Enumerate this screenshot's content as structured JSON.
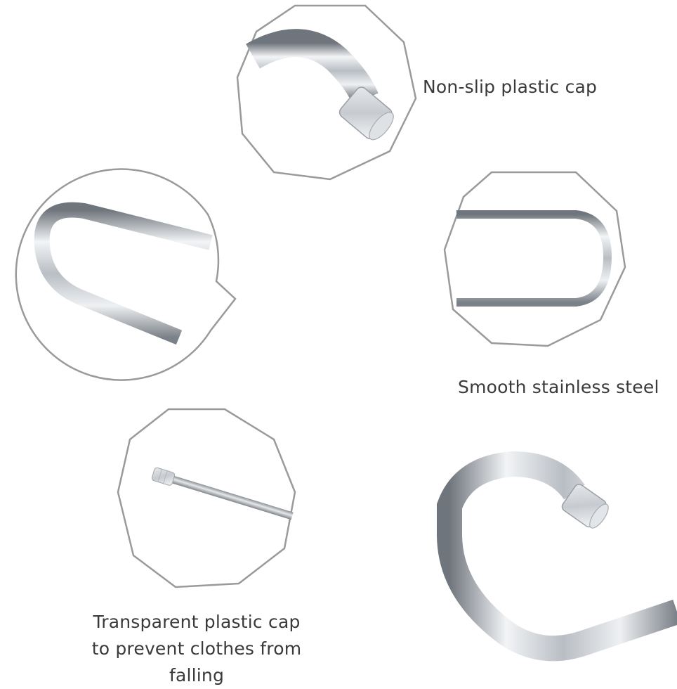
{
  "callouts": {
    "cap": {
      "label": "Non-slip plastic cap"
    },
    "steel": {
      "label": "Smooth stainless steel"
    },
    "transparent": {
      "lines": [
        "Transparent plastic cap",
        "to prevent clothes from",
        "falling"
      ]
    }
  },
  "colors": {
    "outline": "#9a9a9a",
    "metal_light": "#f2f4f6",
    "metal_mid": "#b9bec4",
    "metal_dark": "#6f757c",
    "text": "#3a3a3a"
  },
  "icons": {
    "cap_closeup": "cap-closeup-icon",
    "loop_closeup": "loop-closeup-icon",
    "steel_closeup": "steel-loop-closeup-icon",
    "rod_closeup": "rod-closeup-icon",
    "hook": "s-hook-icon"
  }
}
